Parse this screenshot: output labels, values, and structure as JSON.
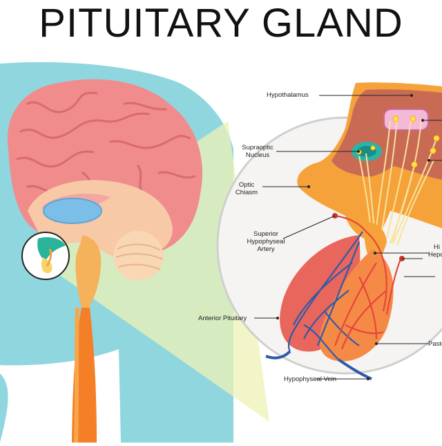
{
  "title": "PITUITARY GLAND",
  "labels": {
    "hypothalamus": "Hypothalamus",
    "supraoptic_1": "Supraoptic",
    "supraoptic_2": "Nucleus",
    "optic_1": "Optic",
    "optic_2": "Chiasm",
    "superior_1": "Superior",
    "superior_2": "Hypophyseal",
    "superior_3": "Artery",
    "anterior": "Anterior Pituitary",
    "vein": "Hypophyseal Vein",
    "hi_1": "Hi",
    "hi_2": "Hepo",
    "paste": "Paste"
  },
  "colors": {
    "head": "#8fd6df",
    "brain": "#f08c8c",
    "brain_dark": "#d96b6b",
    "callout": "#f0f2b8",
    "tissue": "#f5a23a",
    "hypothalamus_inner": "#c96a55",
    "artery": "#e8453a",
    "vein": "#2e5aa8",
    "nucleus_teal": "#2bb3a8",
    "nucleus_pink": "#f4b8d8"
  }
}
